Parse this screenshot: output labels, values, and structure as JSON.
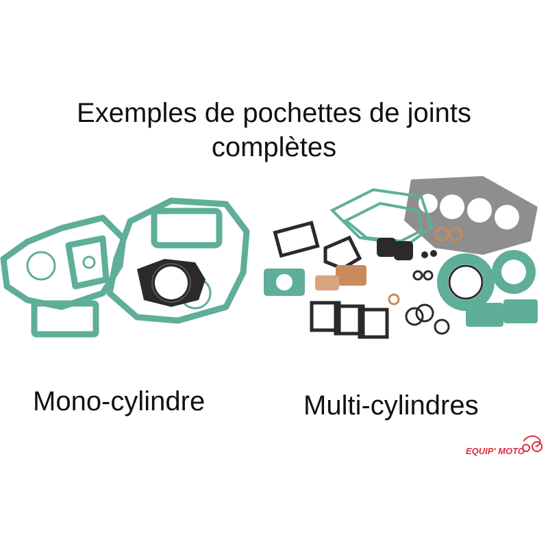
{
  "heading": {
    "line1": "Exemples de pochettes de joints",
    "line2": "complètes"
  },
  "products": [
    {
      "caption": "Mono-cylindre",
      "image": "mono-cylinder-gasket-kit-photo"
    },
    {
      "caption": "Multi-cylindres",
      "image": "multi-cylinder-gasket-kit-photo"
    }
  ],
  "brand": {
    "logo_text": "EQUIP' MOTO",
    "color": "#e02b3c"
  },
  "colors": {
    "gasket_green": "#5eae9a",
    "gasket_dark": "#2a2a2a",
    "copper": "#c98a5c",
    "sheet_grey": "#8e8e8e"
  }
}
